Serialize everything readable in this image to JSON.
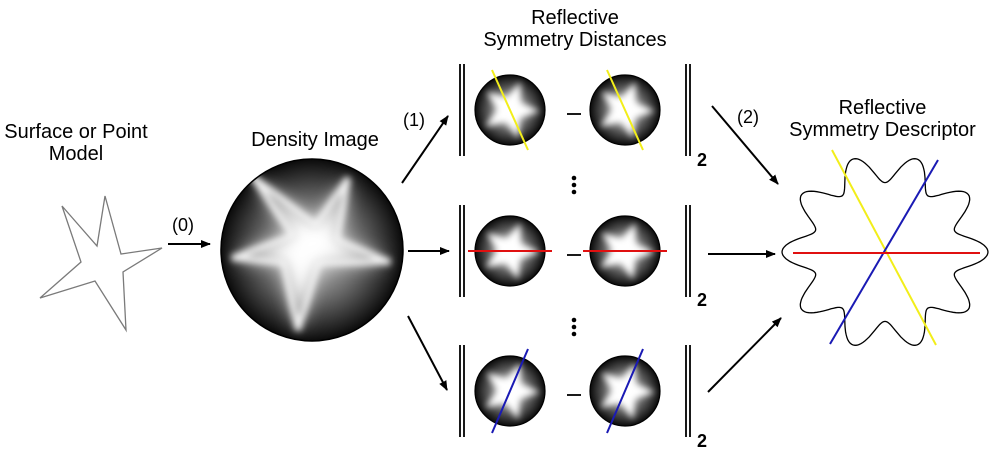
{
  "labels": {
    "surface_model": [
      "Surface or Point",
      "Model"
    ],
    "density_image": "Density Image",
    "distances_title": [
      "Reflective",
      "Symmetry Distances"
    ],
    "descriptor_title": [
      "Reflective",
      "Symmetry Descriptor"
    ]
  },
  "steps": {
    "step0": "(0)",
    "step1": "(1)",
    "step2": "(2)"
  },
  "norm_subscript": "2",
  "colors": {
    "axis_top": "#f2ee1a",
    "axis_middle": "#e01010",
    "axis_bottom": "#1a1ab4",
    "star_outline": "#7a7a7a",
    "ink": "#000000"
  }
}
